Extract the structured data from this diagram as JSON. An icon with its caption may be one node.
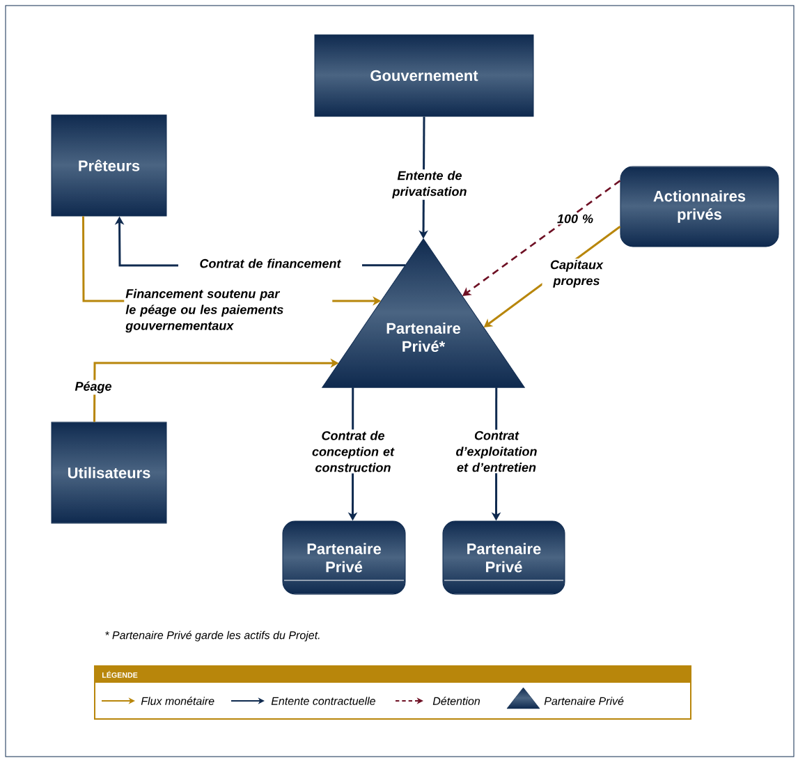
{
  "diagram": {
    "nodes": [
      {
        "text": [
          "Gouvernement"
        ]
      },
      {
        "text": [
          "Prêteurs"
        ]
      },
      {
        "text": [
          "Actionnaires privés"
        ]
      },
      {
        "text": [
          "Partenaire Privé*"
        ]
      },
      {
        "text": [
          "Utilisateurs"
        ]
      },
      {
        "text": [
          "Partenaire Privé"
        ]
      },
      {
        "text": [
          "Partenaire Privé"
        ]
      }
    ],
    "edges": [
      {
        "from": 0,
        "to": 3,
        "arrow": "to",
        "label": "Entente de privatisation"
      },
      {
        "from": 3,
        "to": 1,
        "arrow": "to",
        "label": "Contrat de financement"
      },
      {
        "from": 1,
        "to": 3,
        "arrow": "to",
        "label": "Financement soutenu par le péage ou les paiements gouvernementaux",
        "color": "#b8860b"
      },
      {
        "from": 4,
        "to": 3,
        "arrow": "to",
        "label": "Péage",
        "color": "#b8860b"
      },
      {
        "from": 2,
        "to": 3,
        "arrow": "to",
        "label": "100 %",
        "style": "dashed",
        "color": "#6e1024"
      },
      {
        "from": 2,
        "to": 3,
        "arrow": "to",
        "label": "Capitaux propres",
        "color": "#b8860b"
      },
      {
        "from": 3,
        "to": 5,
        "arrow": "to",
        "label": "Contrat de conception et construction"
      },
      {
        "from": 3,
        "to": 6,
        "arrow": "to",
        "label": "Contrat d’exploitation et d’entretien"
      }
    ],
    "labels": [
      "* Partenaire Privé garde les actifs du Projet.",
      "LÉGENDE"
    ],
    "legend": [
      {
        "text": "Flux monétaire"
      },
      {
        "text": "Entente contractuelle"
      },
      {
        "text": "Détention"
      },
      {
        "text": "Partenaire Privé"
      }
    ]
  }
}
